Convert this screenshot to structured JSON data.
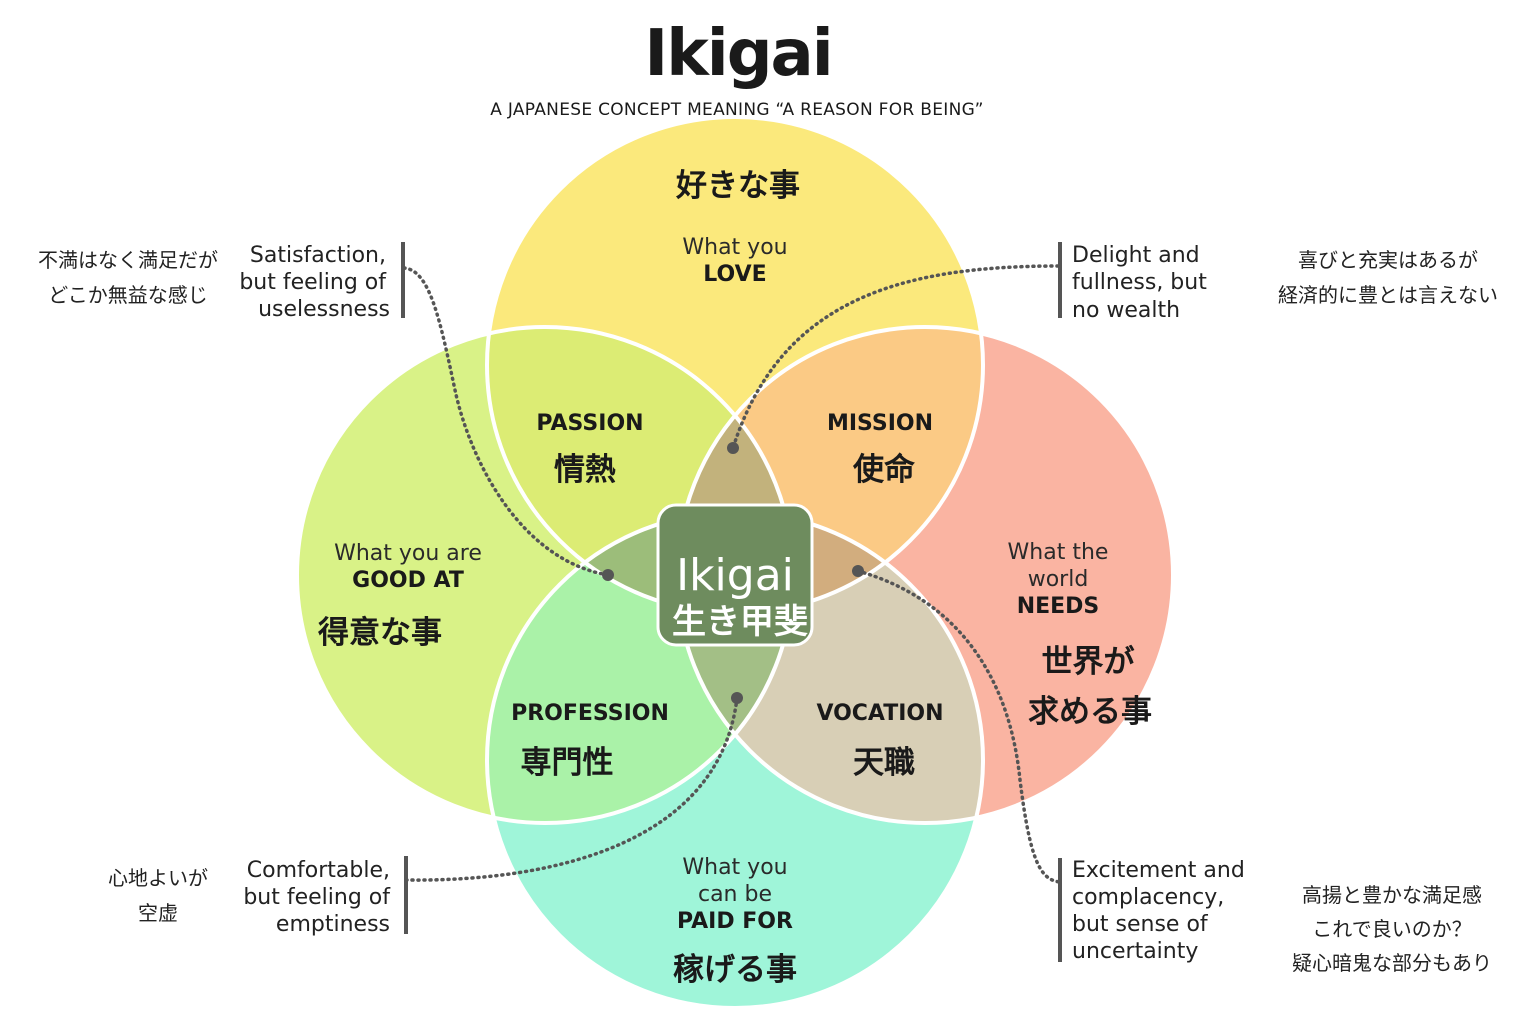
{
  "title": "Ikigai",
  "subtitle": "A JAPANESE CONCEPT MEANING “A REASON FOR BEING”",
  "circles": {
    "love": {
      "jp": "好きな事",
      "line1": "What you",
      "line2": "LOVE",
      "color": "#fbe97c"
    },
    "good_at": {
      "jp": "得意な事",
      "line1": "What you are",
      "line2": "GOOD AT",
      "color": "#d9f287"
    },
    "needs": {
      "jp1": "世界が",
      "jp2": "求める事",
      "line1": "What the",
      "line2": "world",
      "line3": "NEEDS",
      "color": "#fab4a2"
    },
    "paid_for": {
      "jp": "稼げる事",
      "line1": "What you",
      "line2": "can be",
      "line3": "PAID FOR",
      "color": "#9ff5d9"
    }
  },
  "overlaps": {
    "passion": {
      "label": "PASSION",
      "jp": "情熱",
      "color": "#dcec74"
    },
    "mission": {
      "label": "MISSION",
      "jp": "使命",
      "color": "#fbca85"
    },
    "profession": {
      "label": "PROFESSION",
      "jp": "専門性",
      "color": "#aaf2a8"
    },
    "vocation": {
      "label": "VOCATION",
      "jp": "天職",
      "color": "#d8cfb6"
    }
  },
  "center": {
    "label": "Ikigai",
    "jp": "生き甲斐",
    "color": "#6e8c5e"
  },
  "notes": {
    "top_left": {
      "lines": [
        "Satisfaction,",
        "but feeling of",
        "uselessness"
      ],
      "jp": [
        "不満はなく満足だが",
        "どこか無益な感じ"
      ]
    },
    "top_right": {
      "lines": [
        "Delight and",
        "fullness, but",
        "no wealth"
      ],
      "jp": [
        "喜びと充実はあるが",
        "経済的に豊とは言えない"
      ]
    },
    "bottom_left": {
      "lines": [
        "Comfortable,",
        "but feeling of",
        "emptiness"
      ],
      "jp": [
        "心地よいが",
        "空虚"
      ]
    },
    "bottom_right": {
      "lines": [
        "Excitement and",
        "complacency,",
        "but sense of",
        "uncertainty"
      ],
      "jp": [
        "高揚と豊かな満足感",
        "これで良いのか？",
        "疑心暗鬼な部分もあり"
      ]
    }
  }
}
